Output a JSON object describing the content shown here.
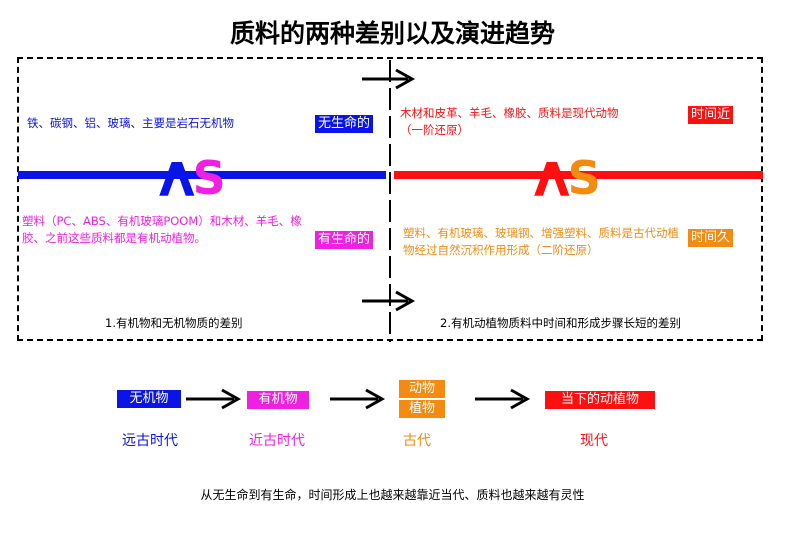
{
  "title": "质料的两种差别以及演进趋势",
  "panel_left": {
    "inorganic_text": "铁、碳钢、铝、玻璃、主要是岩石无机物",
    "inorganic_tag": "无生命的",
    "vs_v": "V",
    "vs_s": "S",
    "organic_text": "塑料（PC、ABS、有机玻璃POOM）和木材、羊毛、橡胶、之前这些质料都是有机动植物。",
    "organic_tag": "有生命的",
    "caption": "1.有机物和无机物质的差别"
  },
  "panel_right": {
    "modern_text_line1": "木材和皮革、羊毛、橡胶、质料是现代动物",
    "modern_text_line2": "（一阶还原）",
    "modern_tag": "时间近",
    "vs_v": "V",
    "vs_s": "S",
    "ancient_text": "塑料、有机玻璃、玻璃钢、增强塑料、质料是古代动植物经过自然沉积作用形成（二阶还原）",
    "ancient_tag": "时间久",
    "caption": "2.有机动植物质料中时间和形成步骤长短的差别"
  },
  "timeline": {
    "stages": [
      {
        "box": "无机物",
        "era": "远古时代"
      },
      {
        "box": "有机物",
        "era": "近古时代"
      },
      {
        "box_top": "动物",
        "box_bottom": "植物",
        "era": "古代"
      },
      {
        "box": "当下的动植物",
        "era": "现代"
      }
    ]
  },
  "footer": "从无生命到有生命，时间形成上也越来越靠近当代、质料也越来越有灵性",
  "colors": {
    "blue": "#0a14e6",
    "magenta": "#f020e0",
    "red": "#ff1010",
    "orange": "#f58a10"
  }
}
